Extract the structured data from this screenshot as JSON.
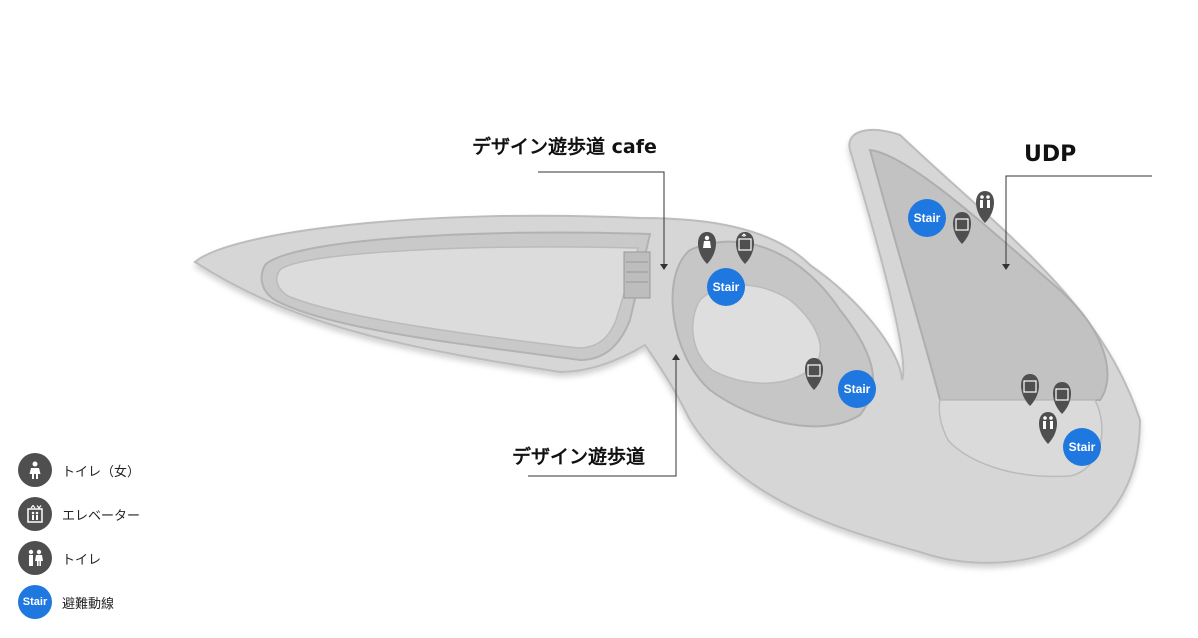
{
  "labels": {
    "cafe": "デザイン遊歩道 cafe",
    "udp": "UDP",
    "walkway": "デザイン遊歩道"
  },
  "stair_text": "Stair",
  "colors": {
    "stair_blue": "#1f77e0",
    "marker_dark": "#4f4f4f",
    "floor_light": "#d8d8d8",
    "floor_mid": "#c4c4c4"
  },
  "legend": {
    "toilet_female": "トイレ（女）",
    "elevator": "エレベーター",
    "toilet": "トイレ",
    "stair_label": "Stair",
    "evacuation": "避難動線"
  }
}
